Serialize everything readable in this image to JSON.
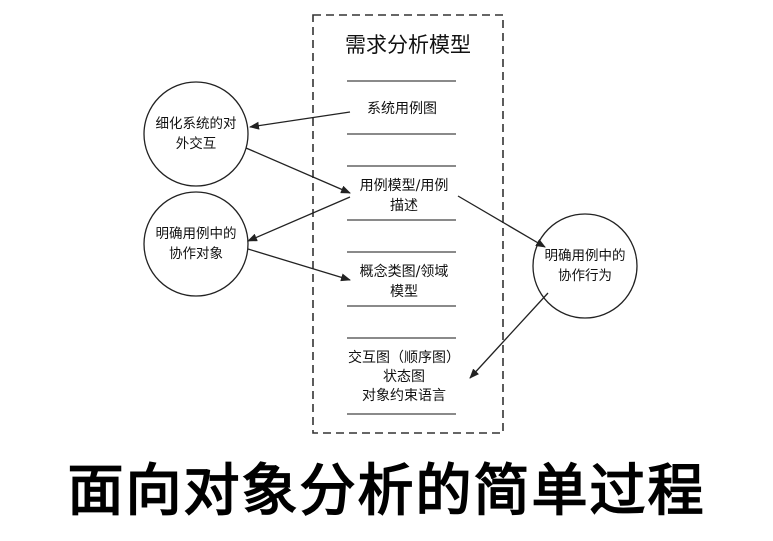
{
  "model": {
    "title": "需求分析模型",
    "sections": [
      {
        "lines": [
          "系统用例图"
        ]
      },
      {
        "lines": [
          "用例模型/用例",
          "描述"
        ]
      },
      {
        "lines": [
          "概念类图/领域",
          "模型"
        ]
      },
      {
        "lines": [
          "交互图（顺序图）",
          "状态图",
          "对象约束语言"
        ]
      }
    ]
  },
  "circles": [
    {
      "lines": [
        "细化系统的对",
        "外交互"
      ]
    },
    {
      "lines": [
        "明确用例中的",
        "协作对象"
      ]
    },
    {
      "lines": [
        "明确用例中的",
        "协作行为"
      ]
    }
  ],
  "caption": "面向对象分析的简单过程"
}
